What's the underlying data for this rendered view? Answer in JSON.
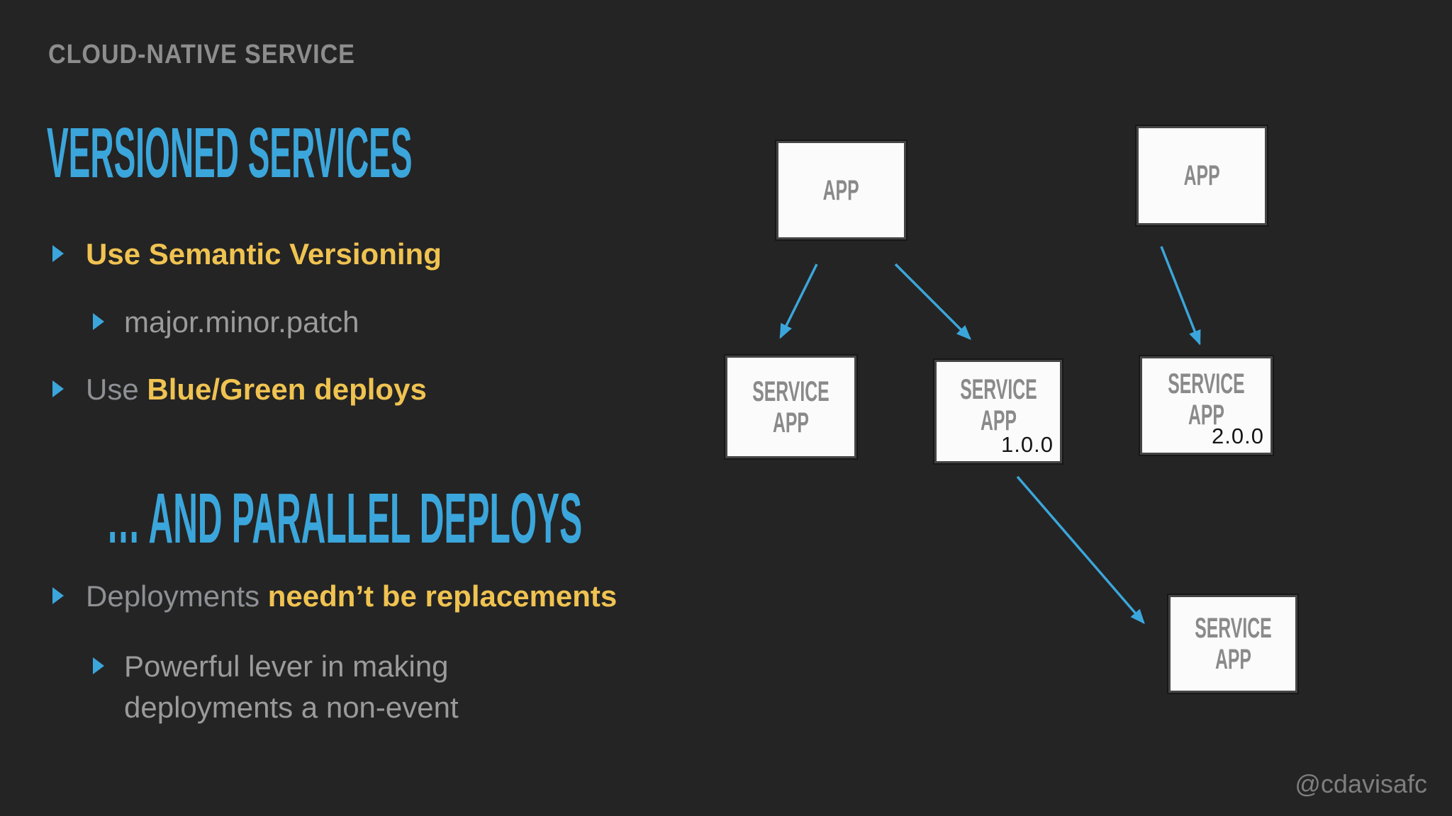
{
  "header": {
    "eyebrow": "CLOUD-NATIVE SERVICE",
    "title": "VERSIONED SERVICES"
  },
  "bullets": [
    {
      "plain": "",
      "bold": "Use Semantic Versioning"
    },
    {
      "text": "major.minor.patch"
    },
    {
      "plain": "Use ",
      "bold": "Blue/Green deploys"
    }
  ],
  "section2": {
    "heading": "… AND PARALLEL DEPLOYS",
    "bullets": [
      {
        "plain": "Deployments ",
        "bold": "needn’t be replacements"
      },
      {
        "line1": "Powerful lever in making",
        "line2": "deployments a non-event"
      }
    ]
  },
  "diagram": {
    "app1": {
      "label": "APP"
    },
    "app2": {
      "label": "APP"
    },
    "serviceA": {
      "line1": "SERVICE",
      "line2": "APP"
    },
    "serviceB": {
      "line1": "SERVICE",
      "line2": "APP",
      "version": "1.0.0"
    },
    "serviceC": {
      "line1": "SERVICE",
      "line2": "APP",
      "version": "2.0.0"
    },
    "serviceD": {
      "line1": "SERVICE",
      "line2": "APP"
    }
  },
  "footer": {
    "handle": "@cdavisafc"
  },
  "colors": {
    "background": "#242424",
    "accent_blue": "#3BA6DB",
    "accent_yellow": "#F0C351",
    "muted_text": "#8F9095",
    "box_background": "#FBFBFB",
    "box_border": "#454545",
    "box_text": "#8A8A8A",
    "version_text": "#161616"
  }
}
